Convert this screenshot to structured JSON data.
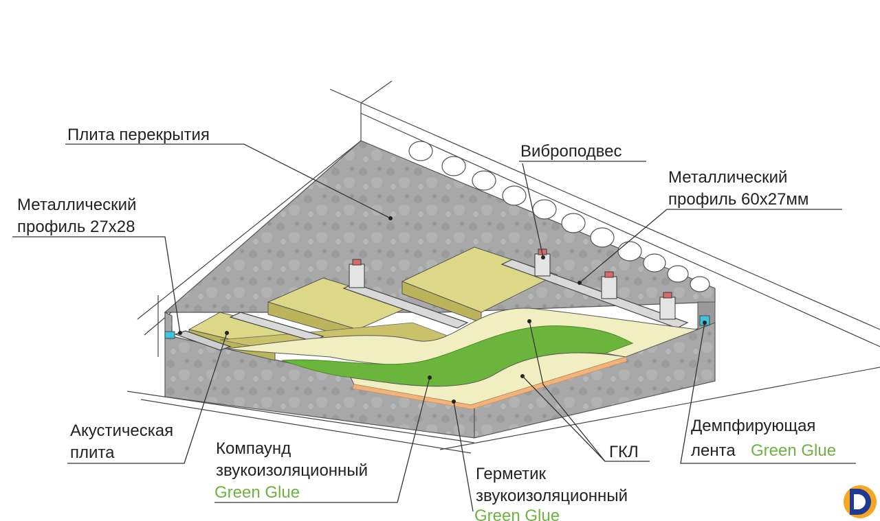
{
  "labels": {
    "slab": "Плита перекрытия",
    "vibro": "Виброподвес",
    "profile60_l1": "Металлический",
    "profile60_l2": "профиль 60х27мм",
    "profile27_l1": "Металлический",
    "profile27_l2": "профиль 27х28",
    "acoustic_l1": "Акустическая",
    "acoustic_l2": "плита",
    "compound_l1": "Компаунд",
    "compound_l2": "звукоизоляционный",
    "compound_brand": "Green Glue",
    "sealant_l1": "Герметик",
    "sealant_l2": "звукоизоляционный",
    "sealant_brand": "Green Glue",
    "gkl": "ГКЛ",
    "tape_l1": "Демпфирующая",
    "tape_l2": "лента",
    "tape_brand": "Green Glue"
  },
  "colors": {
    "concrete": "#a7a7a7",
    "concrete_dark": "#8f8f8f",
    "wool": "#c9c26a",
    "wool_top": "#ddd888",
    "gkl": "#f1eec2",
    "green_glue": "#6bb53c",
    "sealant": "#f2b37a",
    "tape": "#3ec3d8",
    "brand_green": "#6db33f"
  }
}
